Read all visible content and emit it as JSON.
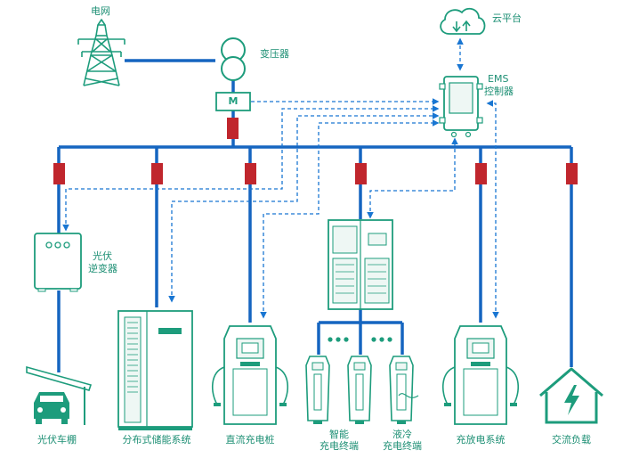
{
  "labels": {
    "grid": "电网",
    "transformer": "变压器",
    "meter": "M",
    "cloud": "云平台",
    "ems_line1": "EMS",
    "ems_line2": "控制器",
    "pv_inverter_line1": "光伏",
    "pv_inverter_line2": "逆变器",
    "pv_carport": "光伏车棚",
    "storage": "分布式储能系统",
    "dc_pile": "直流充电桩",
    "smart_line1": "智能",
    "smart_line2": "充电终端",
    "liquid_line1": "液冷",
    "liquid_line2": "充电终端",
    "bidirectional": "充放电系统",
    "ac_load": "交流负载"
  },
  "colors": {
    "power_line": "#1565c0",
    "dashed_line": "#1976d2",
    "breaker": "#c0262d",
    "device": "#1d9c7c",
    "device_fill": "#eef7f4"
  }
}
